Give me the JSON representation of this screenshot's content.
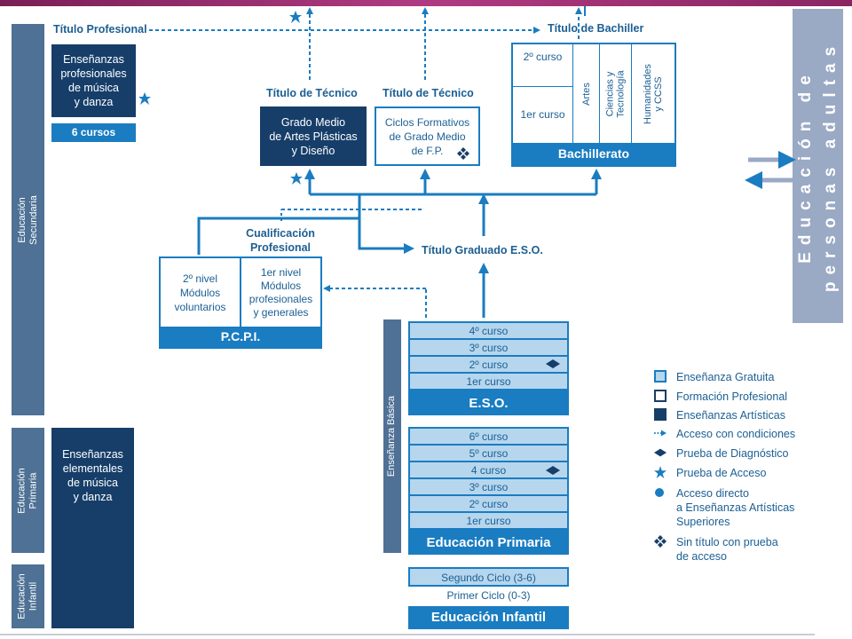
{
  "side": {
    "secundaria": "Educación\nSecundaria",
    "primaria": "Educación\nPrimaria",
    "infantil": "Educación\nInfantil",
    "basica": "Enseñanza Básica"
  },
  "artistic_prof": {
    "text": "Enseñanzas\nprofesionales\nde música\ny danza",
    "cursos": "6 cursos"
  },
  "artistic_elem": {
    "text": "Enseñanzas\nelementales\nde música\ny danza"
  },
  "titles": {
    "profesional": "Título Profesional",
    "tecnico_1": "Título de Técnico",
    "tecnico_2": "Título de Técnico",
    "bachiller": "Título de Bachiller",
    "cualificacion": "Cualificación\nProfesional",
    "graduado": "Título Graduado E.S.O."
  },
  "grado_medio_artes": "Grado Medio\nde Artes Plásticas\ny Diseño",
  "ciclos_fp": "Ciclos Formativos\nde Grado Medio\nde F.P.",
  "bachillerato": {
    "curso2": "2º curso",
    "curso1": "1er curso",
    "modalidades": [
      "Artes",
      "Ciencias y\nTecnología",
      "Humanidades\ny CCSS"
    ],
    "label": "Bachillerato"
  },
  "pcpi": {
    "nivel2": "2º nivel\nMódulos\nvoluntarios",
    "nivel1": "1er nivel\nMódulos\nprofesionales\ny generales",
    "label": "P.C.P.I."
  },
  "eso": {
    "courses": [
      "4º curso",
      "3º curso",
      "2º curso",
      "1er curso"
    ],
    "label": "E.S.O."
  },
  "primaria": {
    "courses": [
      "6º curso",
      "5º curso",
      "4 curso",
      "3º curso",
      "2º curso",
      "1er curso"
    ],
    "label": "Educación Primaria"
  },
  "infantil": {
    "segundo": "Segundo Ciclo (3-6)",
    "primero": "Primer Ciclo (0-3)",
    "label": "Educación Infantil"
  },
  "adultas": "Educación de\npersonas adultas",
  "legend": [
    {
      "icon": "light-square-icon",
      "label": "Enseñanza Gratuita"
    },
    {
      "icon": "outline-square-icon",
      "label": "Formación Profesional"
    },
    {
      "icon": "navy-square-icon",
      "label": "Enseñanzas Artísticas"
    },
    {
      "icon": "dashed-arrow-icon",
      "label": "Acceso con condiciones"
    },
    {
      "icon": "diamond-icon",
      "label": "Prueba de Diagnóstico"
    },
    {
      "icon": "star-icon",
      "label": "Prueba de Acceso"
    },
    {
      "icon": "dot-icon",
      "label": "Acceso directo\na Enseñanzas Artísticas\nSuperiores"
    },
    {
      "icon": "four-diamonds-icon",
      "label": "Sin título con prueba\nde acceso"
    }
  ],
  "colors": {
    "blue": "#1a7cc1",
    "navy": "#163e69",
    "light": "#b6d6ee",
    "side": "#4e7195",
    "adultas": "#9aa9c4"
  }
}
